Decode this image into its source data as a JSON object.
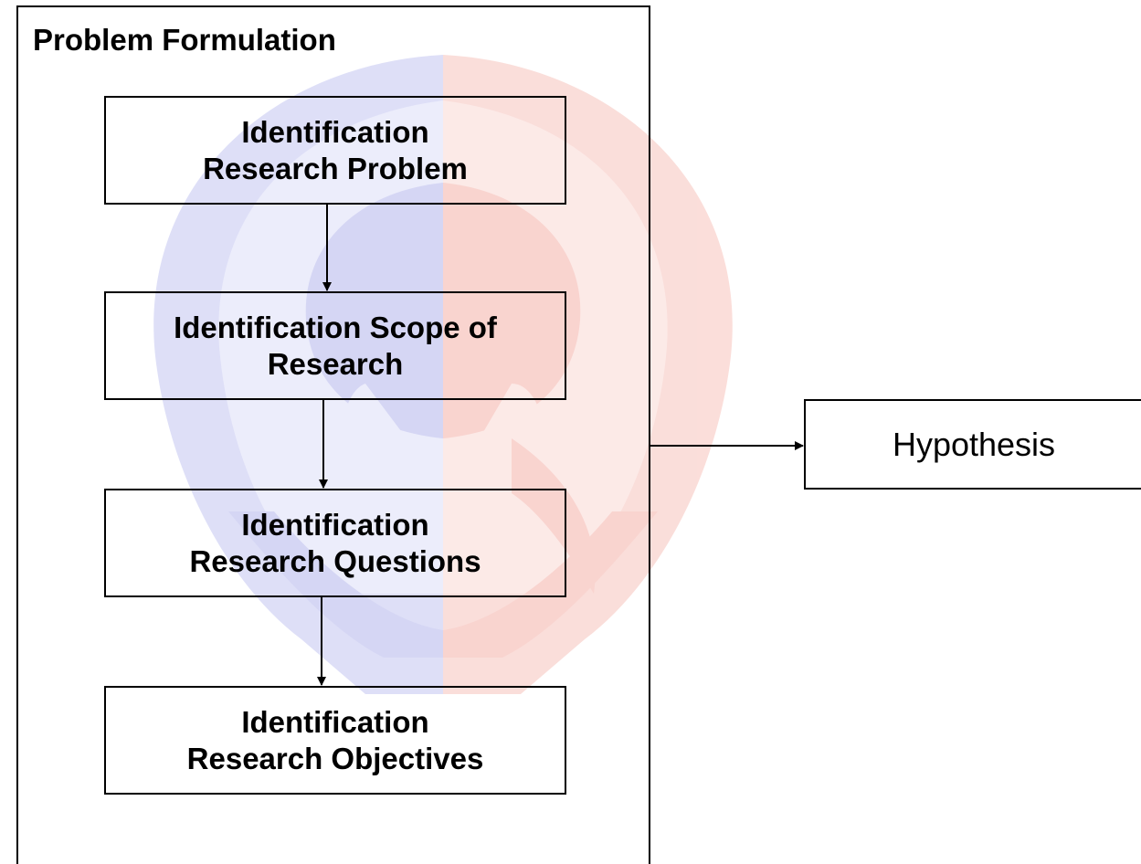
{
  "diagram": {
    "container_title": "Problem Formulation",
    "steps": [
      {
        "line1": "Identification",
        "line2": "Research Problem"
      },
      {
        "line1": "Identification Scope of",
        "line2": "Research"
      },
      {
        "line1": "Identification",
        "line2": "Research Questions"
      },
      {
        "line1": "Identification",
        "line2": "Research Objectives"
      }
    ],
    "output": "Hypothesis"
  },
  "watermark": {
    "color_left": "#c7c9f1",
    "color_right": "#f8c6c0"
  }
}
